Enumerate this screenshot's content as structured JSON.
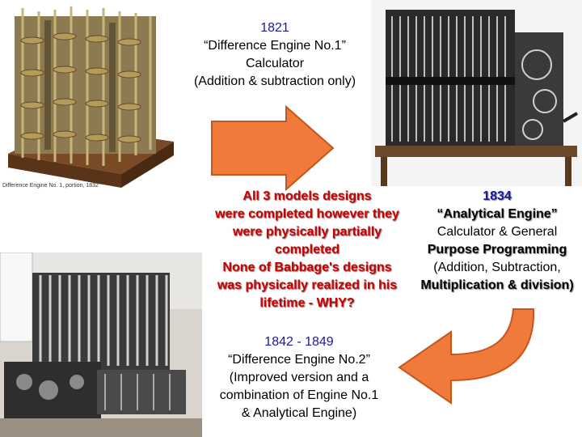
{
  "slide": {
    "de1": {
      "year": "1821",
      "name": "“Difference Engine No.1”",
      "type": "Calculator",
      "ops": "(Addition & subtraction only)",
      "photo_caption": "Difference Engine No. 1, portion, 1832"
    },
    "ae": {
      "year": "1834",
      "name": "“Analytical Engine”",
      "type1": "Calculator & General",
      "type2": "Purpose Programming",
      "ops1": "(Addition, Subtraction,",
      "ops2": "Multiplication & division)"
    },
    "middle": {
      "line1": "All 3 models designs",
      "line2": "were completed however they",
      "line3": "were physically partially",
      "line4": "completed",
      "line5": "None of Babbage's designs",
      "line6": "was physically realized in his",
      "line7": "lifetime  - WHY?"
    },
    "de2": {
      "years": "1842 - 1849",
      "name": "“Difference Engine No.2”",
      "desc1": "(Improved version and a",
      "desc2": "combination of Engine No.1",
      "desc3": "& Analytical Engine)"
    }
  },
  "colors": {
    "arrow_fill": "#f07a3a",
    "arrow_stroke": "#c4561e",
    "blue_text": "#1a1a9a",
    "red_text": "#cc0000"
  }
}
